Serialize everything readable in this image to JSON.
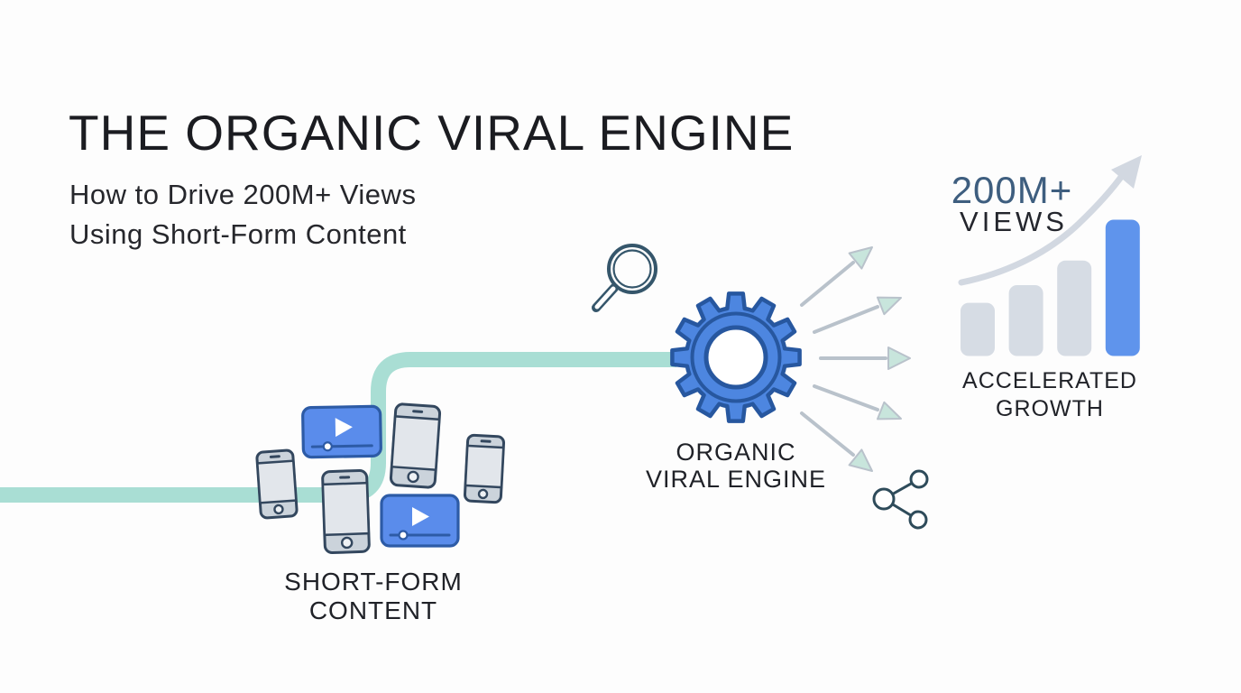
{
  "header": {
    "title": "THE ORGANIC VIRAL ENGINE",
    "subtitle_line1": "How to Drive 200M+ Views",
    "subtitle_line2": "Using Short-Form Content"
  },
  "stages": {
    "input_label_line1": "SHORT-FORM",
    "input_label_line2": "CONTENT",
    "engine_label_line1": "ORGANIC",
    "engine_label_line2": "VIRAL ENGINE",
    "output_value": "200M+",
    "output_value_unit": "VIEWS",
    "output_label_line1": "ACCELERATED",
    "output_label_line2": "GROWTH"
  },
  "icons": [
    "smartphone-icon",
    "video-player-icon",
    "magnifier-icon",
    "gear-icon",
    "arrow-icon",
    "share-icon",
    "bar-chart-icon",
    "growth-arrow-icon"
  ],
  "colors": {
    "bg": "#fdfdfd",
    "pipe": "#a9ded4",
    "gear-fill": "#4d86e0",
    "gear-stroke": "#27579f",
    "video-fill": "#5a8ceb",
    "video-stroke": "#2d5ba6",
    "phone-body": "#cbd3db",
    "phone-screen": "#e2e6eb",
    "phone-stroke": "#33475e",
    "arrow-line": "#b9c2cb",
    "arrow-head": "#c8e5dc",
    "icon-stroke": "#35566b",
    "share-stroke": "#2e4b5a",
    "bar-gray": "#d6dce4",
    "bar-blue": "#5f94ec",
    "swoosh": "#d2d8e1",
    "text-dark": "#1b1c21",
    "views-blue": "#3e5e7f"
  },
  "chart_data": {
    "type": "bar",
    "categories": [
      "",
      "",
      "",
      ""
    ],
    "values": [
      39,
      52,
      70,
      100
    ],
    "highlight_index": 3,
    "title": "200M+ VIEWS",
    "caption": "ACCELERATED GROWTH",
    "xlabel": "",
    "ylabel": "",
    "ylim": [
      0,
      100
    ],
    "grid": false,
    "legend": false
  }
}
